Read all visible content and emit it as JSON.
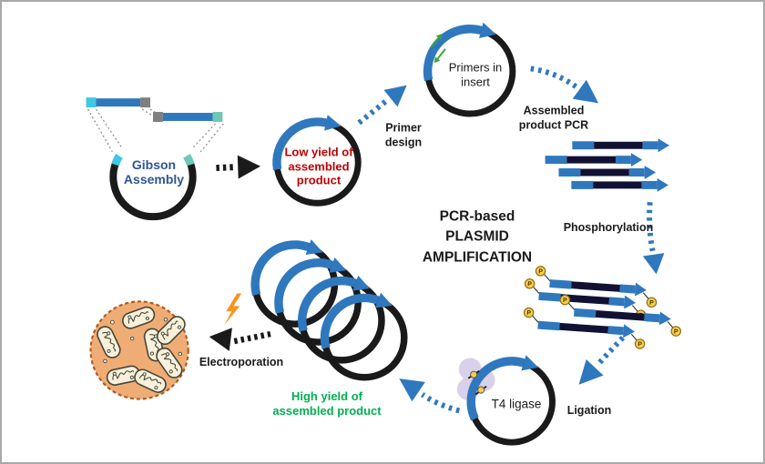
{
  "figure": {
    "title": "PCR-based\nPLASMID\nAMPLIFICATION"
  },
  "labels": {
    "gibson": "Gibson\nAssembly",
    "low_yield": "Low yield of\nassembled\nproduct",
    "primer_design": "Primer\ndesign",
    "primers_in_insert": "Primers in\ninsert",
    "assembled_pcr": "Assembled\nproduct PCR",
    "phosphorylation": "Phosphorylation",
    "ligation": "Ligation",
    "t4_ligase": "T4 ligase",
    "high_yield": "High yield of\nassembled product",
    "electroporation": "Electroporation",
    "phosphate": "P"
  },
  "colors": {
    "blue": "#2F78BE",
    "ink": "#1A1A1A",
    "red": "#C00000",
    "green": "#00B050",
    "gibson_text": "#2F5597",
    "navy": "#111133",
    "cyan": "#3FC8E4",
    "teal": "#6FC6B9",
    "gray_cap": "#7F7F7F",
    "orange": "#F7941D",
    "bacteria_fill": "#EFAD75",
    "bacteria_border": "#B25A1D",
    "cell_fill": "#F7F0DA",
    "ligase_blob": "#D9D0EA",
    "phosphate_yellow": "#F8CE46"
  }
}
